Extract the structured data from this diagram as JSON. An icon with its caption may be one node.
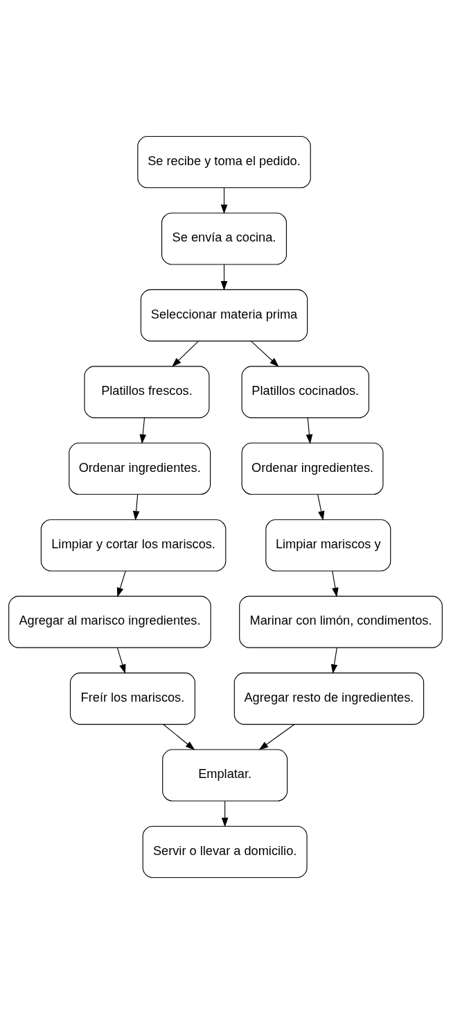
{
  "diagram": {
    "nodes": [
      {
        "text": [
          "Se recibe y toma el pedido."
        ]
      },
      {
        "text": [
          "Se envía a cocina."
        ]
      },
      {
        "text": [
          "Seleccionar materia prima"
        ]
      },
      {
        "text": [
          "Platillos frescos."
        ]
      },
      {
        "text": [
          "Platillos cocinados."
        ]
      },
      {
        "text": [
          "Ordenar ingredientes."
        ]
      },
      {
        "text": [
          "Ordenar ingredientes."
        ]
      },
      {
        "text": [
          "Limpiar y cortar los mariscos."
        ]
      },
      {
        "text": [
          "Limpiar mariscos y"
        ]
      },
      {
        "text": [
          "Agregar al marisco ingredientes."
        ]
      },
      {
        "text": [
          "Marinar con limón, condimentos."
        ]
      },
      {
        "text": [
          "Freír los mariscos."
        ]
      },
      {
        "text": [
          "Agregar resto de ingredientes."
        ]
      },
      {
        "text": [
          "Emplatar."
        ]
      },
      {
        "text": [
          "Servir o llevar a domicilio."
        ]
      }
    ],
    "edges": [
      {
        "from": 0,
        "to": 1,
        "arrow": "to"
      },
      {
        "from": 1,
        "to": 2,
        "arrow": "to"
      },
      {
        "from": 2,
        "to": 3,
        "arrow": "to"
      },
      {
        "from": 2,
        "to": 4,
        "arrow": "to"
      },
      {
        "from": 3,
        "to": 5,
        "arrow": "to"
      },
      {
        "from": 4,
        "to": 6,
        "arrow": "to"
      },
      {
        "from": 5,
        "to": 7,
        "arrow": "to"
      },
      {
        "from": 6,
        "to": 8,
        "arrow": "to"
      },
      {
        "from": 7,
        "to": 9,
        "arrow": "to"
      },
      {
        "from": 8,
        "to": 10,
        "arrow": "to"
      },
      {
        "from": 9,
        "to": 11,
        "arrow": "to"
      },
      {
        "from": 10,
        "to": 12,
        "arrow": "to"
      },
      {
        "from": 11,
        "to": 13,
        "arrow": "to"
      },
      {
        "from": 12,
        "to": 13,
        "arrow": "to"
      },
      {
        "from": 13,
        "to": 14,
        "arrow": "to"
      }
    ]
  }
}
